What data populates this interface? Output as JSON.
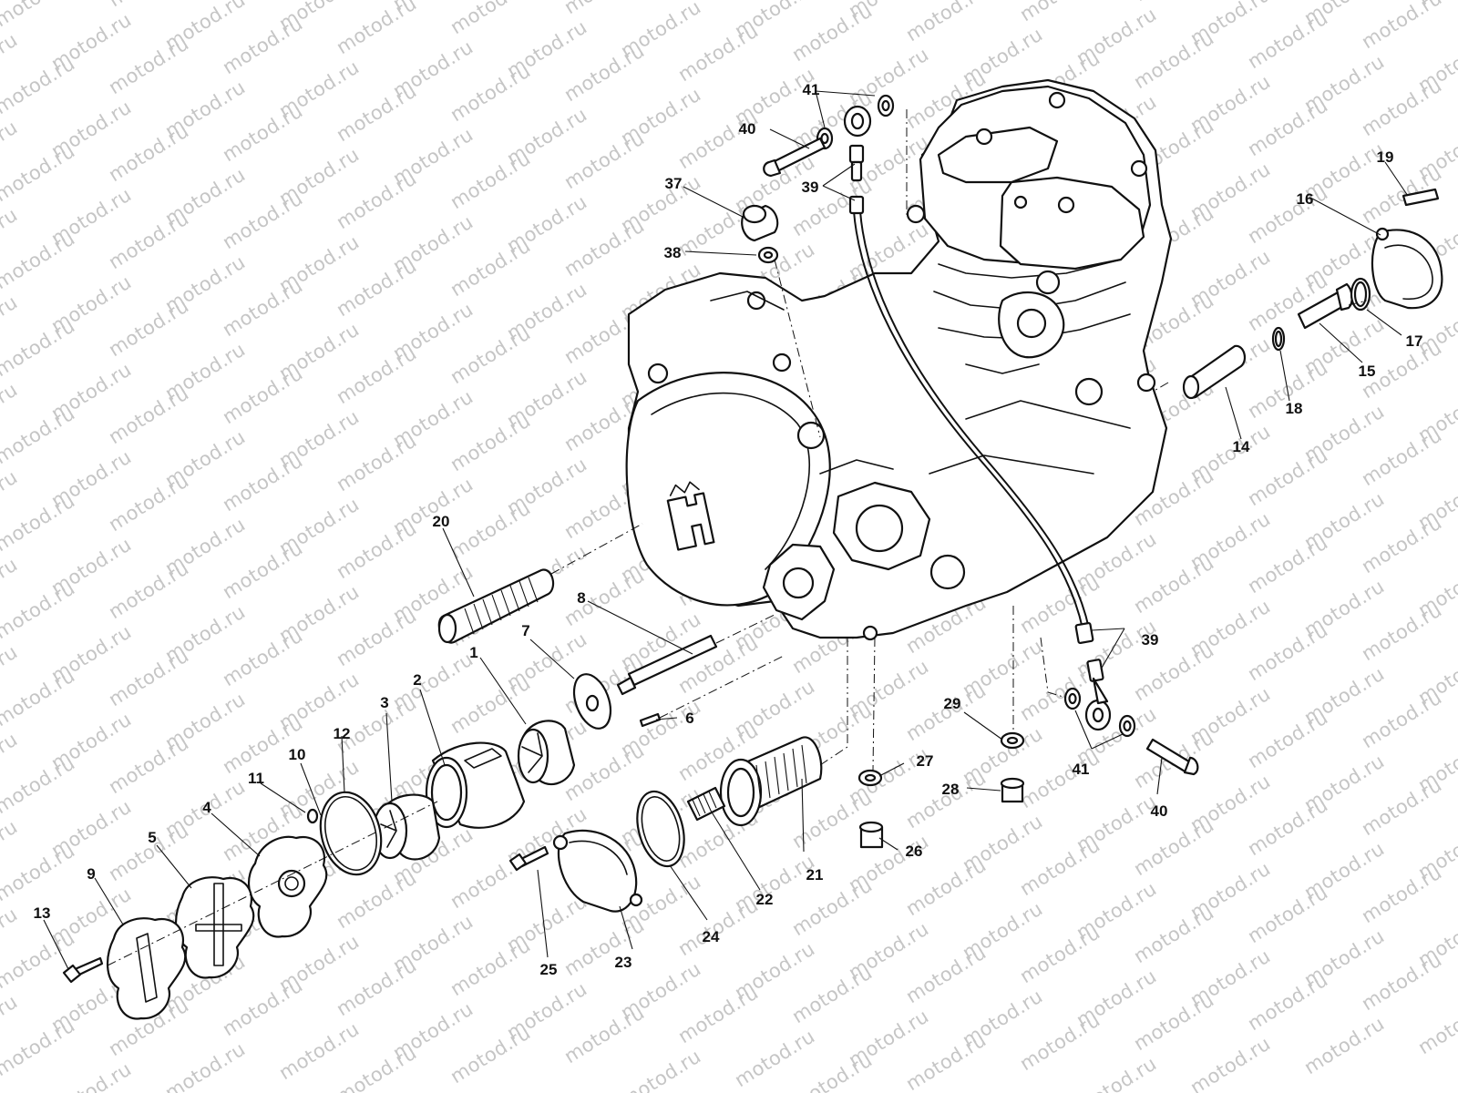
{
  "watermark": {
    "text": "motod.ru"
  },
  "callouts": [
    {
      "id": "p1",
      "label": "1"
    },
    {
      "id": "p2",
      "label": "2"
    },
    {
      "id": "p3",
      "label": "3"
    },
    {
      "id": "p4",
      "label": "4"
    },
    {
      "id": "p5",
      "label": "5"
    },
    {
      "id": "p6",
      "label": "6"
    },
    {
      "id": "p7",
      "label": "7"
    },
    {
      "id": "p8",
      "label": "8"
    },
    {
      "id": "p9",
      "label": "9"
    },
    {
      "id": "p10",
      "label": "10"
    },
    {
      "id": "p11",
      "label": "11"
    },
    {
      "id": "p12",
      "label": "12"
    },
    {
      "id": "p13",
      "label": "13"
    },
    {
      "id": "p14",
      "label": "14"
    },
    {
      "id": "p15",
      "label": "15"
    },
    {
      "id": "p16",
      "label": "16"
    },
    {
      "id": "p17",
      "label": "17"
    },
    {
      "id": "p18",
      "label": "18"
    },
    {
      "id": "p19",
      "label": "19"
    },
    {
      "id": "p20",
      "label": "20"
    },
    {
      "id": "p21",
      "label": "21"
    },
    {
      "id": "p22",
      "label": "22"
    },
    {
      "id": "p23",
      "label": "23"
    },
    {
      "id": "p24",
      "label": "24"
    },
    {
      "id": "p25",
      "label": "25"
    },
    {
      "id": "p26",
      "label": "26"
    },
    {
      "id": "p27",
      "label": "27"
    },
    {
      "id": "p28",
      "label": "28"
    },
    {
      "id": "p29",
      "label": "29"
    },
    {
      "id": "p37",
      "label": "37"
    },
    {
      "id": "p38",
      "label": "38"
    },
    {
      "id": "p39a",
      "label": "39"
    },
    {
      "id": "p39b",
      "label": "39"
    },
    {
      "id": "p40a",
      "label": "40"
    },
    {
      "id": "p40b",
      "label": "40"
    },
    {
      "id": "p41a",
      "label": "41"
    },
    {
      "id": "p41b",
      "label": "41"
    }
  ]
}
